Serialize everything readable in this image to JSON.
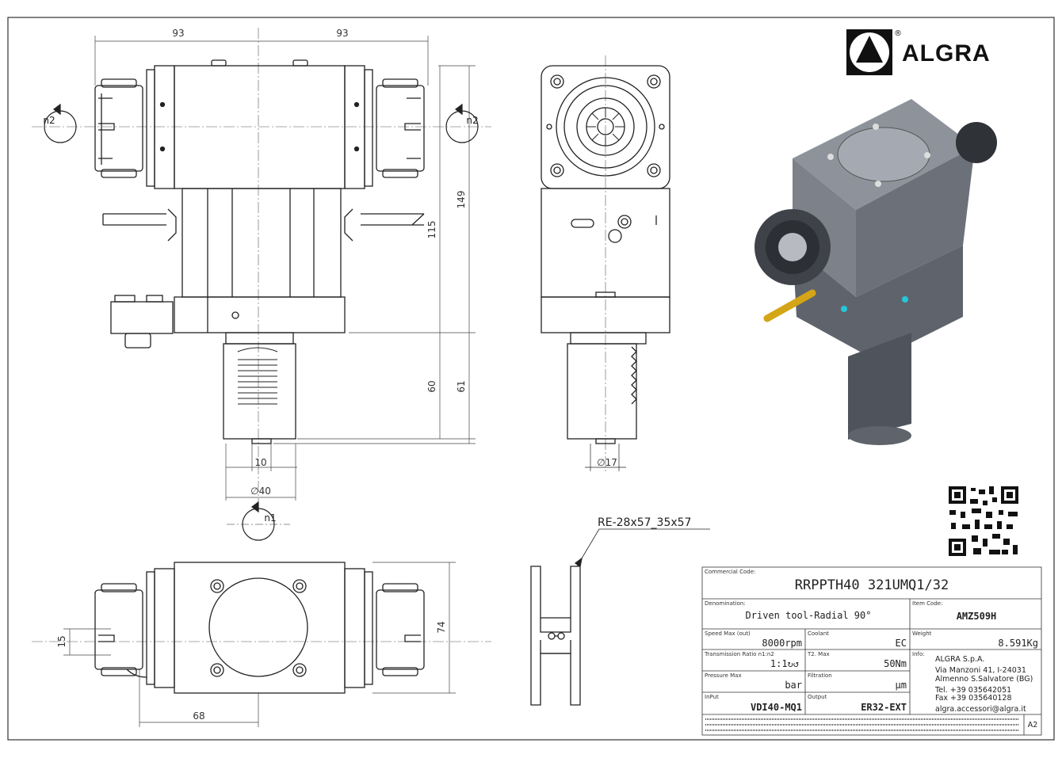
{
  "brand": {
    "name": "ALGRA",
    "registered": "®"
  },
  "dimensions": {
    "d_93_left": "93",
    "d_93_right": "93",
    "d_149": "149",
    "d_115": "115",
    "d_60": "60",
    "d_61": "61",
    "d_10": "10",
    "d_40": "∅40",
    "d_17": "∅17",
    "d_15": "15",
    "d_74": "74",
    "d_68": "68"
  },
  "rotation_labels": {
    "n2_left": "n2",
    "n2_right": "n2",
    "n1": "n1"
  },
  "profile_label": "RE-28x57_35x57",
  "title_block": {
    "commercial_code_label": "Commercial Code:",
    "commercial_code": "RRPPTH40 321UMQ1/32",
    "denomination_label": "Denomination:",
    "denomination": "Driven tool-Radial 90°",
    "item_code_label": "Item Code:",
    "item_code": "AMZ509H",
    "speed_label": "Speed Max (out)",
    "speed": "8000rpm",
    "coolant_label": "Coolant",
    "coolant": "EC",
    "weight_label": "Weight",
    "weight": "8.591Kg",
    "ratio_label": "Transmission Ratio n1:n2",
    "ratio": "1:1↻↺",
    "torque_label": "T2. Max",
    "torque": "50Nm",
    "info_label": "Info:",
    "company": "ALGRA S.p.A.",
    "address1": "Via Manzoni 41, I-24031",
    "address2": "Almenno S.Salvatore (BG)",
    "tel": "Tel. +39 035642051",
    "fax": "Fax +39 035640128",
    "email": "algra.accessori@algra.it",
    "pressure_label": "Pressure Max",
    "pressure": "bar",
    "filtration_label": "Filtration",
    "filtration": "µm",
    "input_label": "InPut",
    "input": "VDI40-MQ1",
    "output_label": "Output",
    "output": "ER32-EXT",
    "sheet_size": "A2"
  }
}
